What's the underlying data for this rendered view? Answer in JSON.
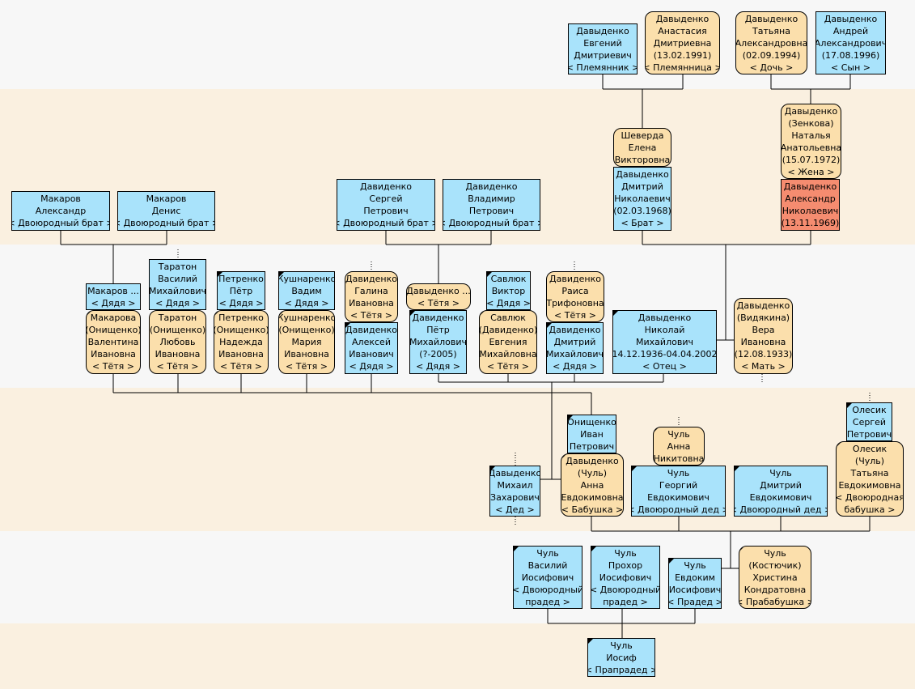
{
  "nodes": [
    {
      "id": "evgeniy",
      "sex": "m",
      "lines": [
        "Давыденко",
        "Евгений",
        "Дмитриевич",
        "< Племянник >"
      ]
    },
    {
      "id": "anastasia",
      "sex": "f",
      "lines": [
        "Давыденко",
        "Анастасия",
        "Дмитриевна",
        "(13.02.1991)",
        "< Племянница >"
      ]
    },
    {
      "id": "tatyana_d",
      "sex": "f",
      "lines": [
        "Давыденко",
        "Татьяна",
        "Александровна",
        "(02.09.1994)",
        "< Дочь >"
      ]
    },
    {
      "id": "andrey",
      "sex": "m",
      "lines": [
        "Давыденко",
        "Андрей",
        "Александрович",
        "(17.08.1996)",
        "< Сын >"
      ]
    },
    {
      "id": "sheverda",
      "sex": "f",
      "lines": [
        "Шеверда",
        "Елена",
        "Викторовна"
      ]
    },
    {
      "id": "natalya",
      "sex": "f",
      "lines": [
        "Давыденко",
        "(Зенкова)",
        "Наталья",
        "Анатольевна",
        "(15.07.1972)",
        "< Жена >"
      ]
    },
    {
      "id": "dmitriy",
      "sex": "m",
      "lines": [
        "Давыденко",
        "Дмитрий",
        "Николаевич",
        "(02.03.1968)",
        "< Брат >"
      ]
    },
    {
      "id": "self",
      "sex": "self",
      "lines": [
        "Давыденко",
        "Александр",
        "Николаевич",
        "(13.11.1969)"
      ]
    },
    {
      "id": "makarov_a",
      "sex": "m",
      "lines": [
        "Макаров",
        "Александр",
        "< Двоюродный брат >"
      ]
    },
    {
      "id": "makarov_d",
      "sex": "m",
      "lines": [
        "Макаров",
        "Денис",
        "< Двоюродный брат >"
      ]
    },
    {
      "id": "sergey",
      "sex": "m",
      "lines": [
        "Давиденко",
        "Сергей",
        "Петрович",
        "< Двоюродный брат >"
      ]
    },
    {
      "id": "vladimir",
      "sex": "m",
      "lines": [
        "Давиденко",
        "Владимир",
        "Петрович",
        "< Двоюродный брат >"
      ]
    },
    {
      "id": "taraton_v",
      "sex": "m",
      "lines": [
        "Таратон",
        "Василий",
        "Михайлович",
        "< Дядя >"
      ]
    },
    {
      "id": "makarov_uncle",
      "sex": "m",
      "lines": [
        "Макаров ...",
        "< Дядя >"
      ]
    },
    {
      "id": "petrenko_p",
      "sex": "m",
      "corner": true,
      "lines": [
        "Петренко",
        "Пётр",
        "< Дядя >"
      ]
    },
    {
      "id": "kushnarenko_v",
      "sex": "m",
      "corner": true,
      "lines": [
        "Кушнаренко",
        "Вадим",
        "< Дядя >"
      ]
    },
    {
      "id": "galina",
      "sex": "f",
      "lines": [
        "Давиденко",
        "Галина",
        "Ивановна",
        "< Тётя >"
      ]
    },
    {
      "id": "davidenko_aunt",
      "sex": "f",
      "lines": [
        "Давыденко ...",
        "< Тётя >"
      ]
    },
    {
      "id": "savlyuk_v",
      "sex": "m",
      "corner": true,
      "lines": [
        "Савлюк",
        "Виктор",
        "< Дядя >"
      ]
    },
    {
      "id": "raisa",
      "sex": "f",
      "lines": [
        "Давиденко",
        "Раиса",
        "Трифоновна",
        "< Тётя >"
      ]
    },
    {
      "id": "makarova",
      "sex": "f",
      "corner": true,
      "lines": [
        "Макарова",
        "(Онищенко)",
        "Валентина",
        "Ивановна",
        "< Тётя >"
      ]
    },
    {
      "id": "taraton_l",
      "sex": "f",
      "lines": [
        "Таратон",
        "(Онищенко)",
        "Любовь",
        "Ивановна",
        "< Тётя >"
      ]
    },
    {
      "id": "petrenko_n",
      "sex": "f",
      "corner": true,
      "lines": [
        "Петренко",
        "(Онищенко)",
        "Надежда",
        "Ивановна",
        "< Тётя >"
      ]
    },
    {
      "id": "kushnarenko_m",
      "sex": "f",
      "corner": true,
      "lines": [
        "Кушнаренко",
        "(Онищенко)",
        "Мария",
        "Ивановна",
        "< Тётя >"
      ]
    },
    {
      "id": "aleksey",
      "sex": "m",
      "corner": true,
      "lines": [
        "Давиденко",
        "Алексей",
        "Иванович",
        "< Дядя >"
      ]
    },
    {
      "id": "petr",
      "sex": "m",
      "corner": true,
      "lines": [
        "Давиденко",
        "Пётр",
        "Михайлович",
        "(?-2005)",
        "< Дядя >"
      ]
    },
    {
      "id": "savlyuk_e",
      "sex": "f",
      "corner": true,
      "lines": [
        "Савлюк",
        "(Давиденко)",
        "Евгения",
        "Михайловна",
        "< Тётя >"
      ]
    },
    {
      "id": "dmitriy_m",
      "sex": "m",
      "corner": true,
      "lines": [
        "Давиденко",
        "Дмитрий",
        "Михайлович",
        "< Дядя >"
      ]
    },
    {
      "id": "nikolay",
      "sex": "m",
      "corner": true,
      "lines": [
        "Давыденко",
        "Николай",
        "Михайлович",
        "(14.12.1936-04.04.2002)",
        "< Отец >"
      ]
    },
    {
      "id": "vera",
      "sex": "f",
      "lines": [
        "Давыденко",
        "(Видякина)",
        "Вера",
        "Ивановна",
        "(12.08.1933)",
        "< Мать >"
      ]
    },
    {
      "id": "onishchenko_i",
      "sex": "m",
      "corner": true,
      "lines": [
        "Онищенко",
        "Иван",
        "Петрович"
      ]
    },
    {
      "id": "chul_anna_n",
      "sex": "f",
      "corner": true,
      "lines": [
        "Чуль",
        "Анна",
        "Никитовна"
      ]
    },
    {
      "id": "olesik_s",
      "sex": "m",
      "corner": true,
      "lines": [
        "Олесик",
        "Сергей",
        "Петрович"
      ]
    },
    {
      "id": "mikhail",
      "sex": "m",
      "corner": true,
      "lines": [
        "Давыденко",
        "Михаил",
        "Захарович",
        "< Дед >"
      ]
    },
    {
      "id": "anna_e",
      "sex": "f",
      "corner": true,
      "lines": [
        "Давыденко",
        "(Чуль)",
        "Анна",
        "Евдокимовна",
        "< Бабушка >"
      ]
    },
    {
      "id": "georgiy",
      "sex": "m",
      "corner": true,
      "lines": [
        "Чуль",
        "Георгий",
        "Евдокимович",
        "< Двоюродный дед >"
      ]
    },
    {
      "id": "dmitriy_e",
      "sex": "m",
      "corner": true,
      "lines": [
        "Чуль",
        "Дмитрий",
        "Евдокимович",
        "< Двоюродный дед >"
      ]
    },
    {
      "id": "olesik_t",
      "sex": "f",
      "corner": true,
      "lines": [
        "Олесик",
        "(Чуль)",
        "Татьяна",
        "Евдокимовна",
        "< Двоюродная",
        "бабушка >"
      ]
    },
    {
      "id": "vasiliy_chul",
      "sex": "m",
      "corner": true,
      "lines": [
        "Чуль",
        "Василий",
        "Иосифович",
        "< Двоюродный",
        "прадед >"
      ]
    },
    {
      "id": "prokhor",
      "sex": "m",
      "corner": true,
      "lines": [
        "Чуль",
        "Прохор",
        "Иосифович",
        "< Двоюродный",
        "прадед >"
      ]
    },
    {
      "id": "evdokim",
      "sex": "m",
      "corner": true,
      "lines": [
        "Чуль",
        "Евдоким",
        "Иосифович",
        "< Прадед >"
      ]
    },
    {
      "id": "khristina",
      "sex": "f",
      "corner": true,
      "lines": [
        "Чуль",
        "(Костючик)",
        "Христина",
        "Кондратовна",
        "< Прабабушка >"
      ]
    },
    {
      "id": "iosif",
      "sex": "m",
      "corner": true,
      "lines": [
        "Чуль",
        "Иосиф",
        "< Прапрадед >"
      ]
    }
  ]
}
